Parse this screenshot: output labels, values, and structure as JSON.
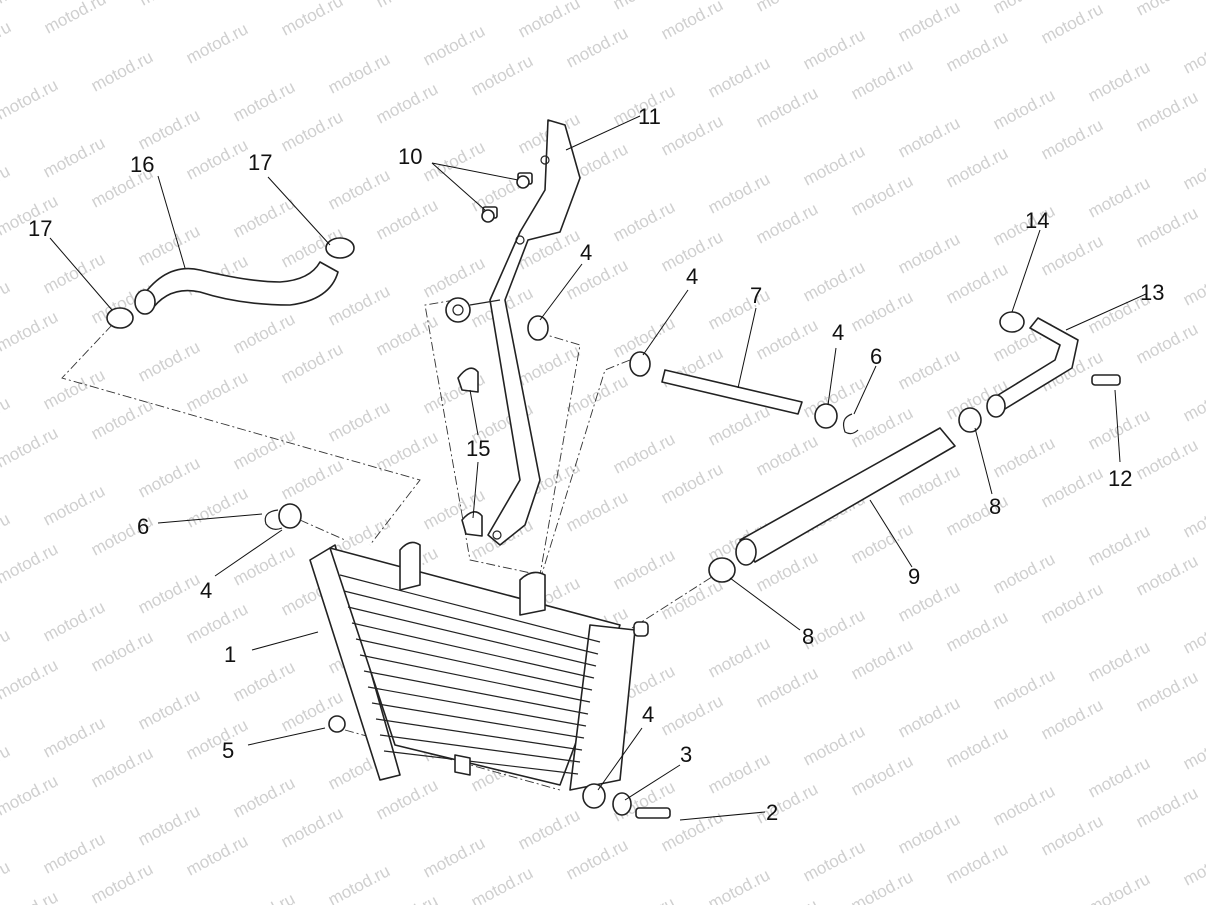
{
  "watermark": {
    "text": "motod.ru"
  },
  "callouts": {
    "c1": "1",
    "c2": "2",
    "c3": "3",
    "c4a": "4",
    "c4b": "4",
    "c4c": "4",
    "c4d": "4",
    "c4e": "4",
    "c5": "5",
    "c6a": "6",
    "c6b": "6",
    "c7": "7",
    "c8a": "8",
    "c8b": "8",
    "c9": "9",
    "c10": "10",
    "c11": "11",
    "c12": "12",
    "c13": "13",
    "c14": "14",
    "c15": "15",
    "c16": "16",
    "c17a": "17",
    "c17b": "17"
  },
  "colors": {
    "line": "#222222",
    "watermark": "#cfcfcf",
    "background": "#ffffff"
  }
}
